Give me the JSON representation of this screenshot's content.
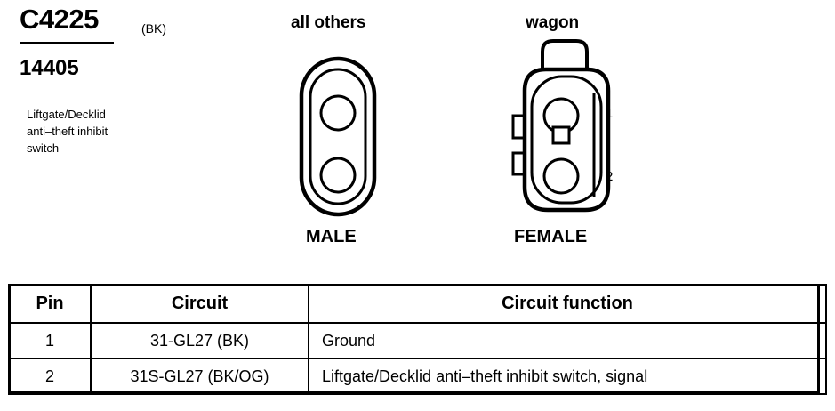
{
  "connector": {
    "id": "C4225",
    "color_code": "(BK)",
    "part_number": "14405",
    "description_lines": [
      "Liftgate/Decklid",
      "anti–theft inhibit",
      "switch"
    ]
  },
  "views": [
    {
      "header": "all others",
      "gender": "MALE"
    },
    {
      "header": "wagon",
      "gender": "FEMALE",
      "pin_labels": [
        "1",
        "2"
      ]
    }
  ],
  "table": {
    "headers": [
      "Pin",
      "Circuit",
      "Circuit function"
    ],
    "rows": [
      {
        "pin": "1",
        "circuit": "31-GL27 (BK)",
        "function": "Ground"
      },
      {
        "pin": "2",
        "circuit": "31S-GL27 (BK/OG)",
        "function": "Liftgate/Decklid anti–theft inhibit switch, signal"
      }
    ]
  }
}
